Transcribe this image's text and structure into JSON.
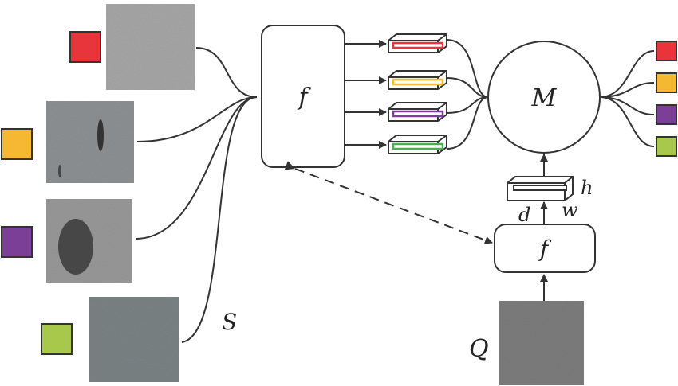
{
  "labels": {
    "support_encoder": "f",
    "query_encoder": "f",
    "memory": "M",
    "support_set": "S",
    "query": "Q",
    "dim_h": "h",
    "dim_w": "w",
    "dim_d": "d"
  },
  "classes": [
    {
      "name": "red",
      "color": "#e8343b",
      "feature_color": "#e8343b"
    },
    {
      "name": "orange",
      "color": "#f6b832",
      "feature_color": "#f6b832"
    },
    {
      "name": "purple",
      "color": "#7b3f98",
      "feature_color": "#7b3f98"
    },
    {
      "name": "green",
      "color": "#a7c84b",
      "feature_color": "#4caf50"
    }
  ]
}
